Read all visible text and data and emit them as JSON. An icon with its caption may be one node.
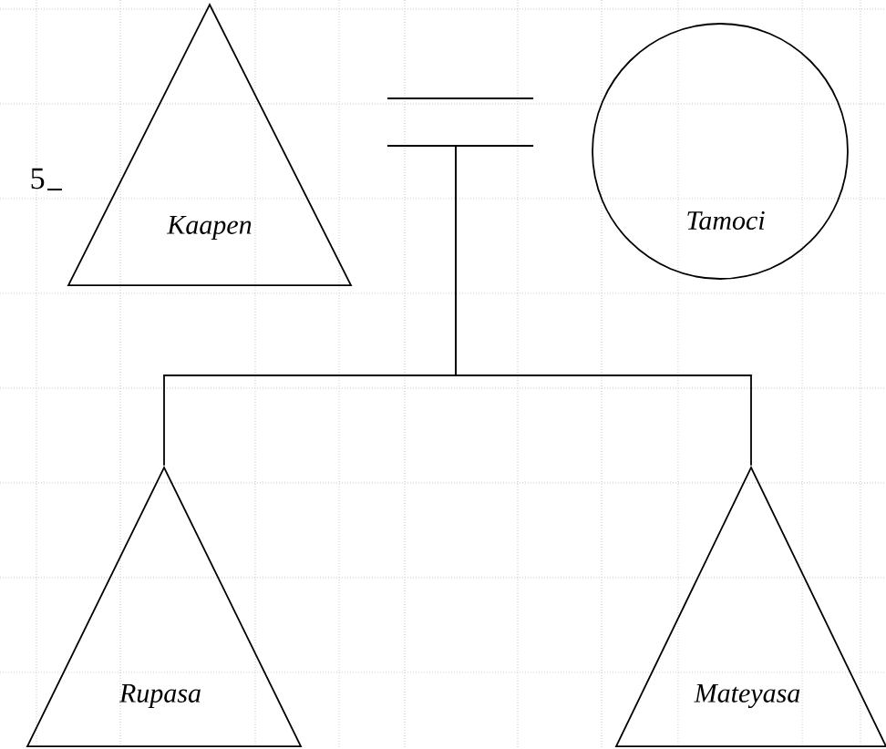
{
  "diagram": {
    "nodes": [
      {
        "text": [
          "Kaapen"
        ]
      },
      {
        "text": [
          "Tamoci"
        ]
      },
      {
        "text": [
          "Rupasa"
        ]
      },
      {
        "text": [
          "Mateyasa"
        ]
      }
    ],
    "edges": [
      {
        "from": 0,
        "to": 1,
        "arrow": "none"
      },
      {
        "from": null,
        "to": 2,
        "arrow": "none"
      },
      {
        "from": null,
        "to": 3,
        "arrow": "none"
      }
    ],
    "labels": [
      "5"
    ]
  }
}
